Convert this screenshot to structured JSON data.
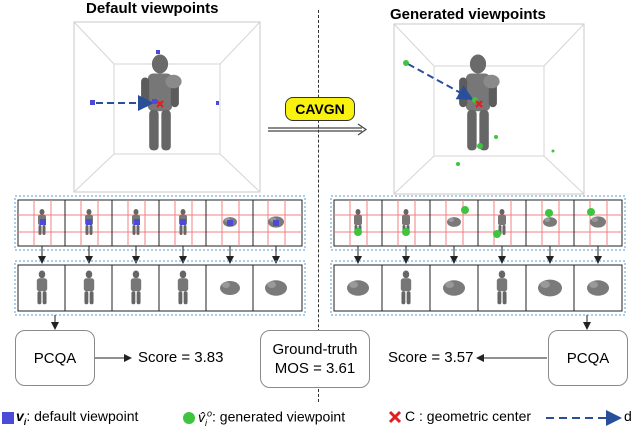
{
  "left": {
    "title": "Default viewpoints",
    "pcqa_label": "PCQA",
    "score_text": "Score = 3.83"
  },
  "right": {
    "title": "Generated viewpoints",
    "pcqa_label": "PCQA",
    "score_text": "Score = 3.57"
  },
  "center": {
    "method_label": "CAVGN",
    "gt_line1": "Ground-truth",
    "gt_line2": "MOS = 3.61"
  },
  "legend": {
    "default_viewpoint": ": default viewpoint",
    "generated_viewpoint": ": generated viewpoint",
    "center_text": "C : geometric center",
    "distance_label": "d"
  },
  "colors": {
    "default_viewpoint": "#4b4bd8",
    "generated_viewpoint": "#3ec43e",
    "center_marker": "#e02020",
    "cavgn_box": "#f8f20e",
    "grid_line": "#f08080",
    "arrow": "#2a4f9a",
    "strip_border": "#5a9bd5"
  },
  "icons": {
    "viewpoint_square": "blue-square-icon",
    "viewpoint_circle": "green-circle-icon",
    "center_cross": "red-cross-icon",
    "distance_arrow": "dashed-arrow-icon"
  }
}
